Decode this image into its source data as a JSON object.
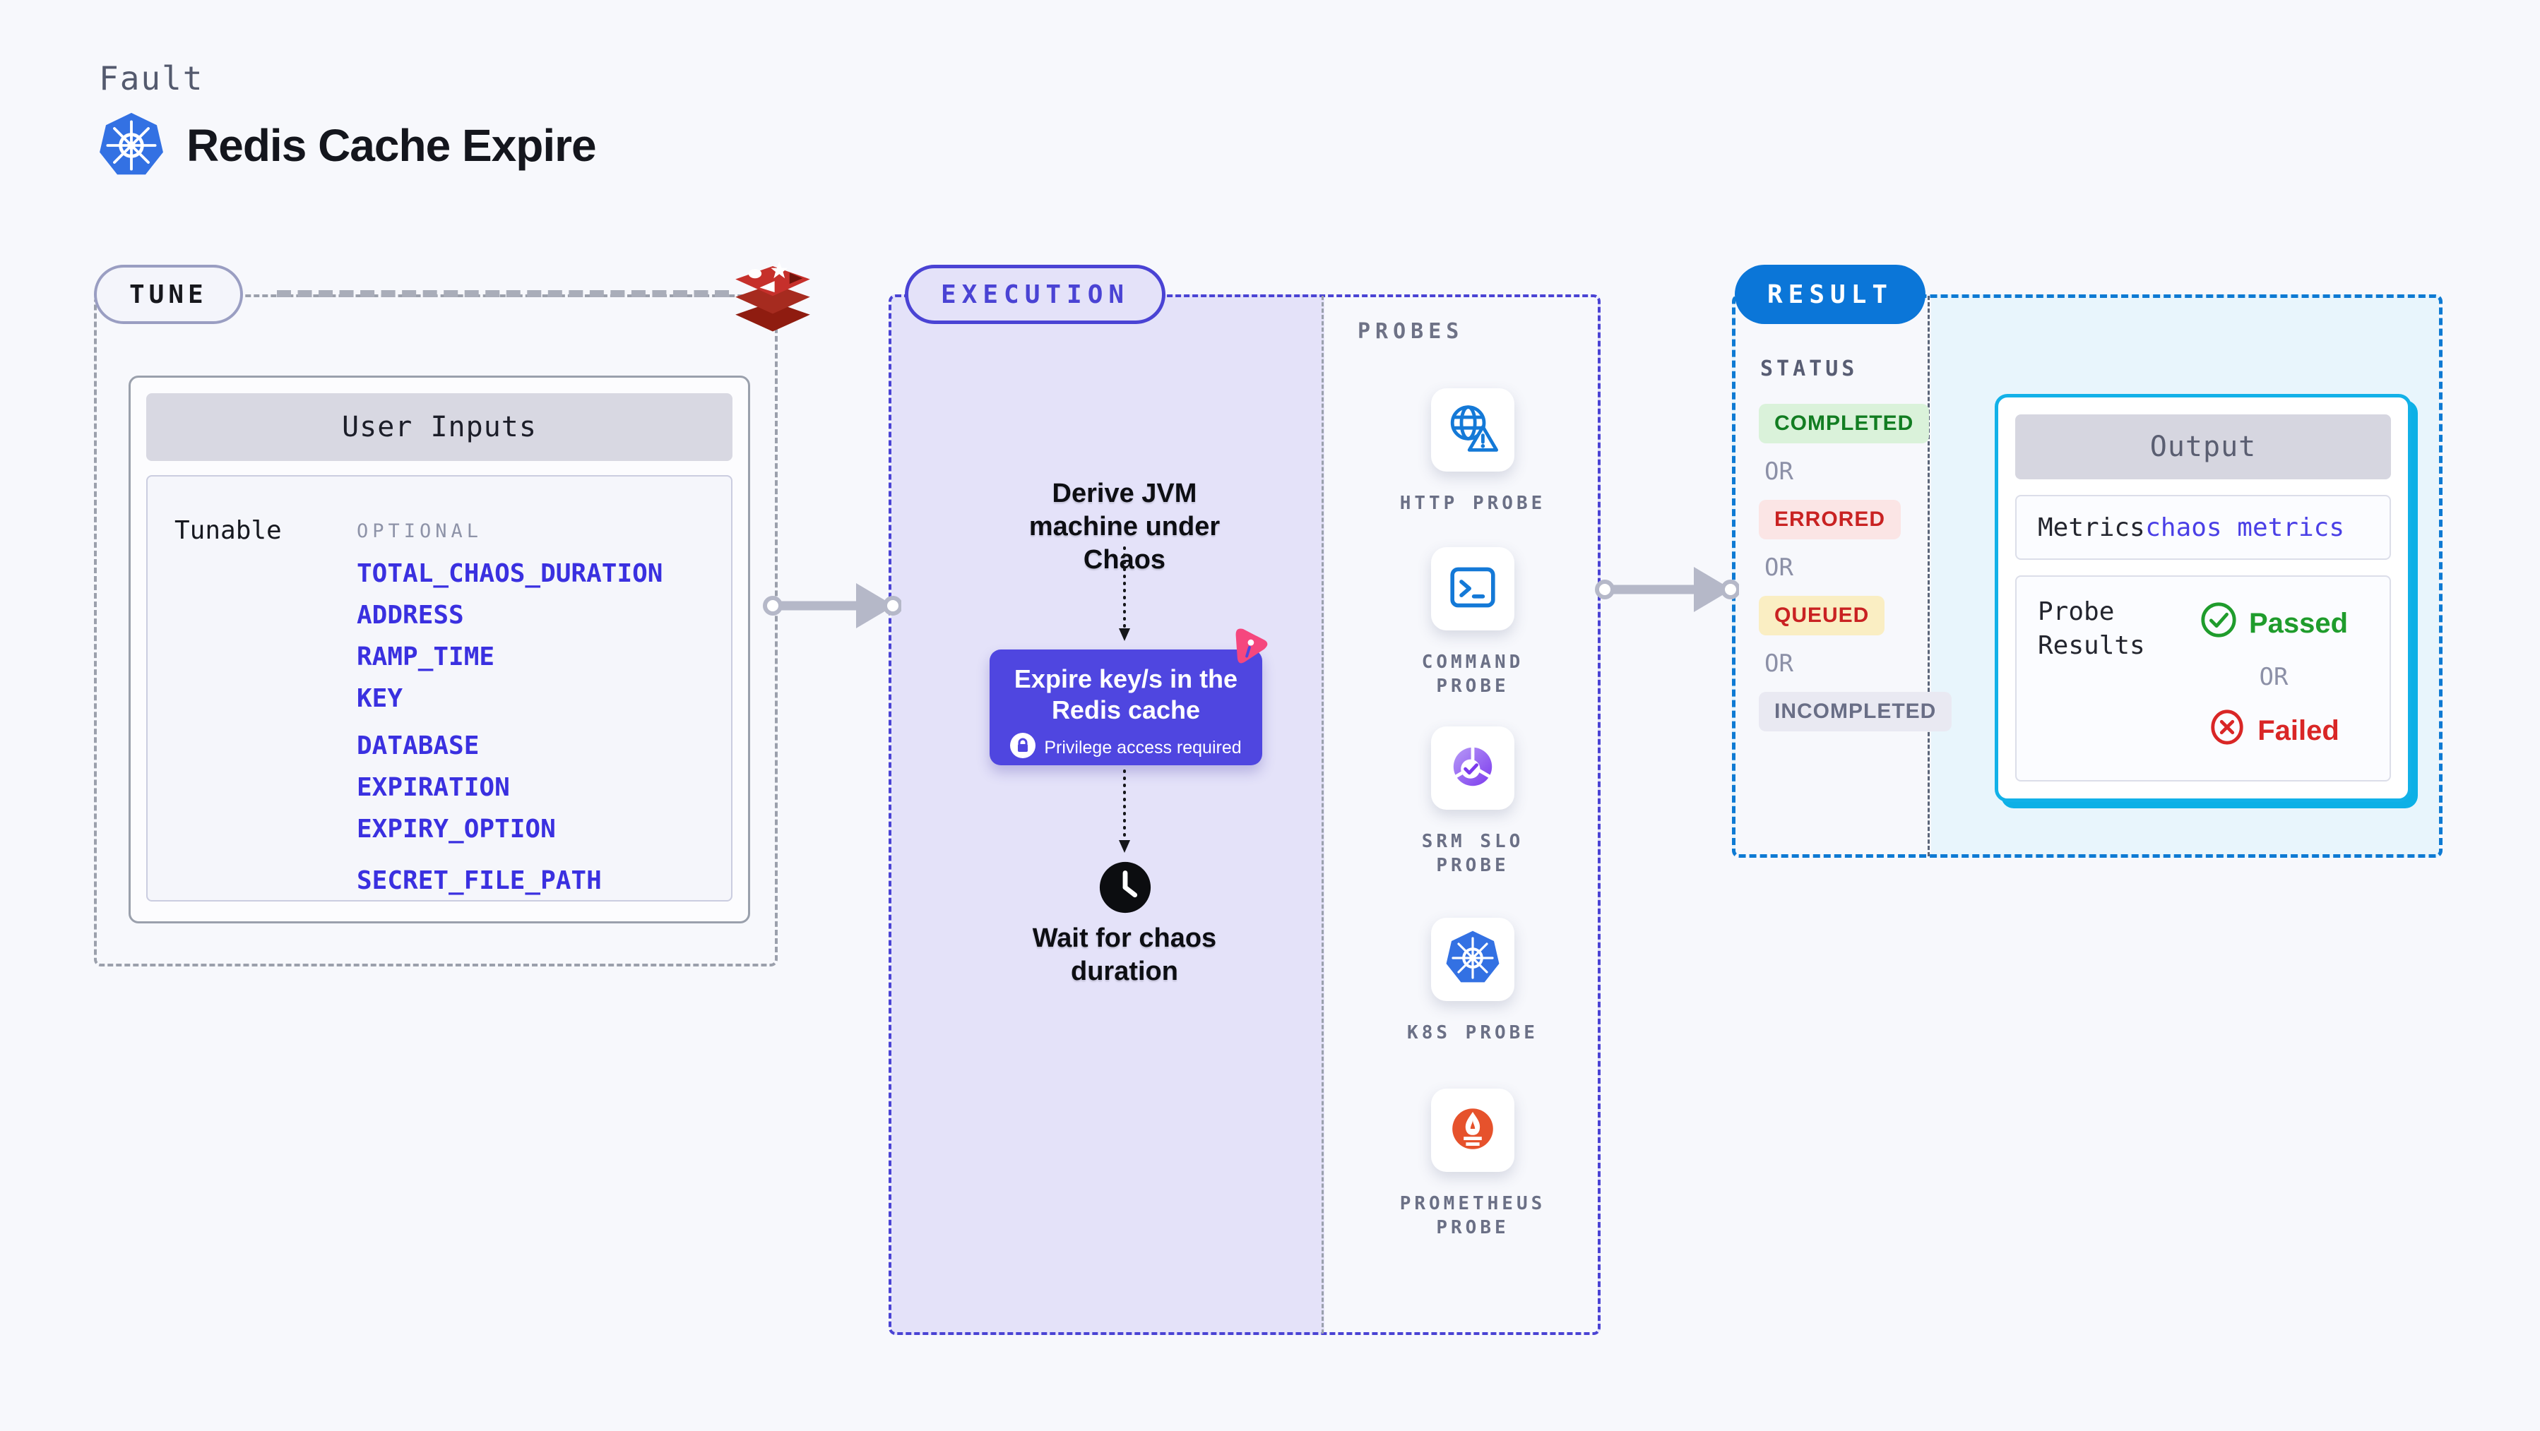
{
  "page": {
    "kicker": "Fault",
    "title": "Redis Cache Expire"
  },
  "tune": {
    "badge": "TUNE",
    "panel_title": "User Inputs",
    "row_label": "Tunable",
    "group_label": "OPTIONAL",
    "params": [
      "TOTAL_CHAOS_DURATION",
      "ADDRESS",
      "RAMP_TIME",
      "KEY",
      "DATABASE",
      "EXPIRATION",
      "EXPIRY_OPTION",
      "SECRET_FILE_PATH"
    ]
  },
  "execution": {
    "badge": "EXECUTION",
    "derive_step": "Derive JVM machine under Chaos",
    "action_title": "Expire key/s in the Redis cache",
    "action_note": "Privilege access required",
    "wait_step": "Wait for chaos duration"
  },
  "probes": {
    "heading": "PROBES",
    "items": [
      {
        "label": "HTTP PROBE",
        "icon": "globe-warning-icon"
      },
      {
        "label": "COMMAND PROBE",
        "icon": "terminal-icon"
      },
      {
        "label": "SRM SLO PROBE",
        "icon": "slo-check-icon"
      },
      {
        "label": "K8S PROBE",
        "icon": "kubernetes-icon"
      },
      {
        "label": "PROMETHEUS PROBE",
        "icon": "prometheus-icon"
      }
    ]
  },
  "result": {
    "badge": "RESULT",
    "status_label": "STATUS",
    "or_label": "OR",
    "statuses": [
      {
        "label": "COMPLETED",
        "tone": "green"
      },
      {
        "label": "ERRORED",
        "tone": "red"
      },
      {
        "label": "QUEUED",
        "tone": "yellow"
      },
      {
        "label": "INCOMPLETED",
        "tone": "gray"
      }
    ],
    "output": {
      "title": "Output",
      "metrics_label": "Metrics",
      "metrics_value": "chaos metrics",
      "probe_results_label": "Probe Results",
      "passed_label": "Passed",
      "or_label": "OR",
      "failed_label": "Failed"
    }
  },
  "colors": {
    "page_bg": "#f7f8fc",
    "indigo_accent": "#4a43d4",
    "execution_fill": "#e4e2f9",
    "action_card": "#4f46e0",
    "param_blue": "#3a30e0",
    "result_blue": "#0b76d8",
    "result_fill": "#e8f5fc",
    "output_border_cyan": "#12b1e8",
    "passed_green": "#1f9c2c",
    "failed_red": "#d92626",
    "queued_yellow_bg": "#faeec3",
    "completed_green_bg": "#daf2da",
    "errored_red_bg": "#fbe5e5",
    "incompleted_gray_bg": "#e9e9f2",
    "redis_red": "#c6302b",
    "prometheus_orange": "#e6522c",
    "k8s_blue": "#3371e3",
    "probe_icon_blue": "#1479d7",
    "pink_badge": "#f5477e",
    "arrow_gray": "#b5b8c8"
  }
}
